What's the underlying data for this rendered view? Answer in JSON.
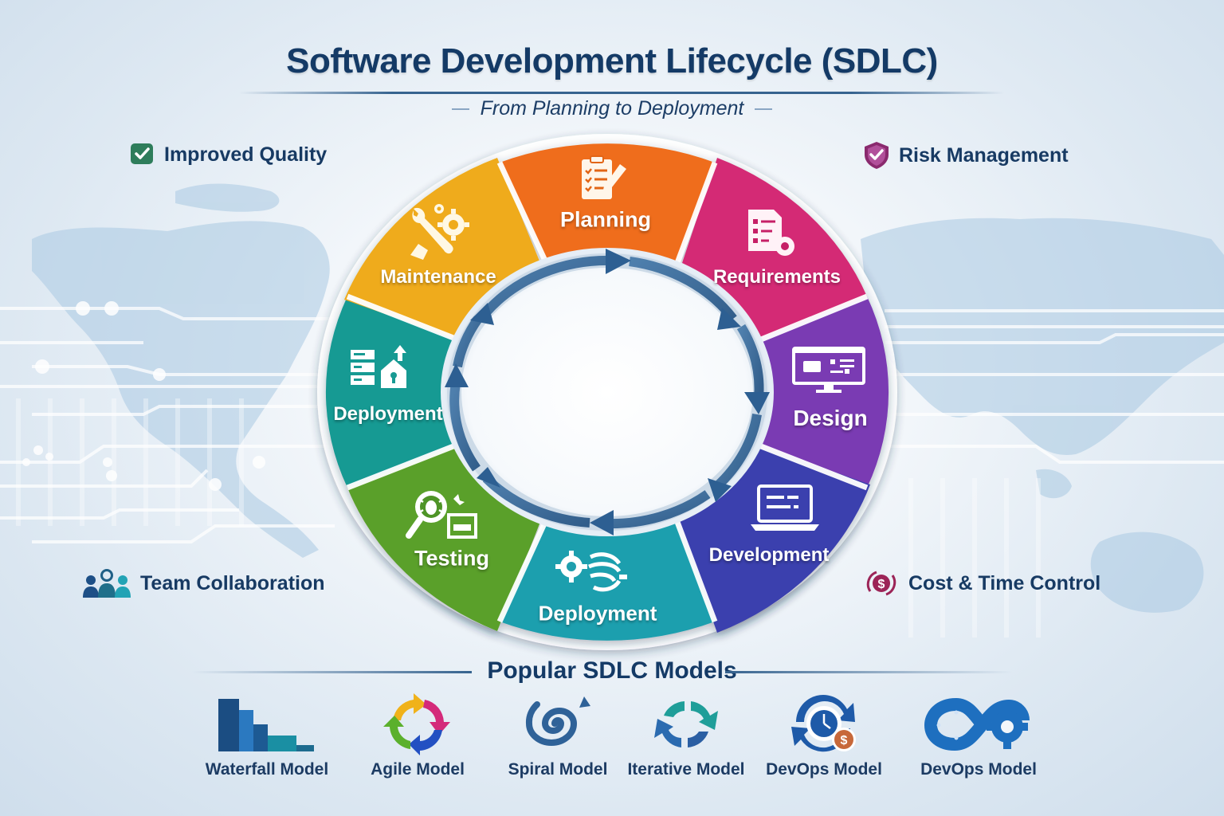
{
  "header": {
    "title": "Software Development Lifecycle (SDLC)",
    "subtitle": "From Planning to Deployment"
  },
  "benefits": [
    {
      "label": "Improved Quality",
      "icon": "check-badge-icon",
      "color": "#2e7d5b"
    },
    {
      "label": "Risk Management",
      "icon": "shield-check-icon",
      "color": "#8a2a6e"
    },
    {
      "label": "Team Collaboration",
      "icon": "team-people-icon",
      "color": "#1d5a8a"
    },
    {
      "label": "Cost & Time Control",
      "icon": "dollar-cycle-icon",
      "color": "#9c2457"
    }
  ],
  "lifecycle": {
    "phases": [
      {
        "label": "Planning",
        "icon": "clipboard-pencil-icon",
        "color": "#ef6d1f"
      },
      {
        "label": "Requirements",
        "icon": "document-list-icon",
        "color": "#d42a74"
      },
      {
        "label": "Design",
        "icon": "monitor-design-icon",
        "color": "#7a3bb3"
      },
      {
        "label": "Development",
        "icon": "laptop-code-icon",
        "color": "#3b3fae"
      },
      {
        "label": "Deployment",
        "icon": "gear-plug-icon",
        "color": "#1f9fae"
      },
      {
        "label": "Testing",
        "icon": "magnifier-bug-icon",
        "color": "#5aa02c"
      },
      {
        "label": "Deployment",
        "icon": "server-house-upload-icon",
        "color": "#189a93"
      },
      {
        "label": "Maintenance",
        "icon": "wrench-gears-icon",
        "color": "#efab1a"
      }
    ],
    "center_arrows": "clockwise-cycle-arrows"
  },
  "models_section": {
    "title": "Popular SDLC Models",
    "models": [
      {
        "label": "Waterfall Model",
        "icon": "waterfall-steps-icon"
      },
      {
        "label": "Agile Model",
        "icon": "agile-cycle-arrows-icon"
      },
      {
        "label": "Spiral Model",
        "icon": "spiral-icon"
      },
      {
        "label": "Iterative Model",
        "icon": "iterative-arrows-icon"
      },
      {
        "label": "DevOps Model",
        "icon": "gear-clock-dollar-icon"
      },
      {
        "label": "DevOps Model",
        "icon": "infinity-gear-icon"
      }
    ]
  }
}
